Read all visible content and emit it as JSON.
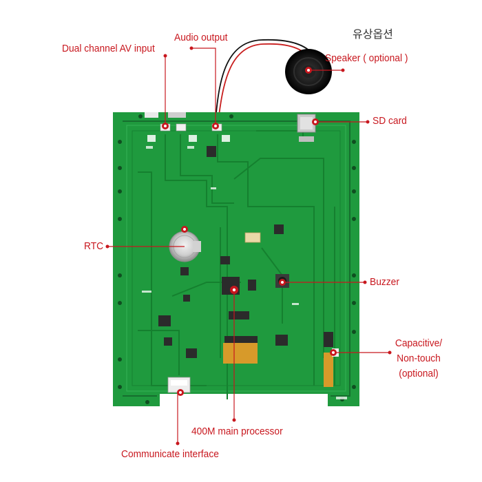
{
  "header": {
    "korean_text": "유상옵션"
  },
  "callouts": {
    "dual_channel_av": "Dual channel AV input",
    "audio_output": "Audio output",
    "speaker": "Speaker ( optional )",
    "sd_card": "SD card",
    "rtc": "RTC",
    "buzzer": "Buzzer",
    "capacitive": [
      "Capacitive/",
      "Non-touch",
      "(optional)"
    ],
    "processor": "400M main processor",
    "communicate": "Communicate interface"
  },
  "colors": {
    "callout_text": "#c8171e",
    "callout_line": "#c8171e",
    "pcb": "#1f9a3e",
    "pcb_trace": "#158431",
    "silkscreen": "#ffffff",
    "component": "#2b2b2b",
    "fpc": "#d79a2a"
  }
}
